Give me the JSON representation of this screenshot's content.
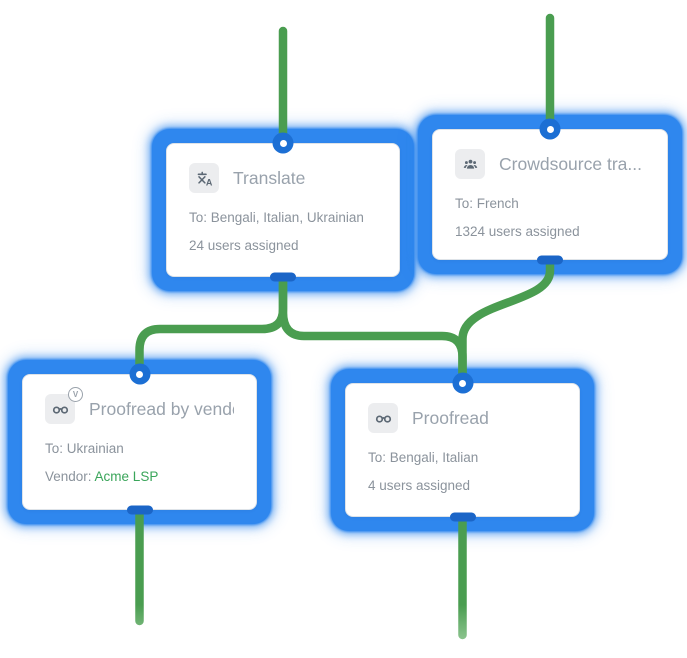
{
  "colors": {
    "connector_green": "#4a9d50",
    "connector_green_faded": "#8cc48f",
    "selection_blue": "#2f87ee",
    "port_ring_blue": "#1c6fd4",
    "port_bar_blue": "#1b65c7",
    "title_gray": "#99a2ac",
    "body_gray": "#8b939c",
    "vendor_link_green": "#3aa55a",
    "icon_tile_bg": "#ecedef",
    "icon_gray": "#5c6874"
  },
  "nodes": {
    "translate": {
      "icon": "translate-icon",
      "title": "Translate",
      "to": "To: Bengali, Italian, Ukrainian",
      "assigned": "24 users assigned"
    },
    "crowdsource": {
      "icon": "crowd-icon",
      "title": "Crowdsource tra...",
      "to": "To: French",
      "assigned": "1324 users assigned"
    },
    "vendor": {
      "icon": "glasses-vendor-icon",
      "badge": "V",
      "title": "Proofread by vendor",
      "to": "To: Ukrainian",
      "vendor_label": "Vendor: ",
      "vendor_name": "Acme LSP"
    },
    "proofread": {
      "icon": "glasses-icon",
      "title": "Proofread",
      "to": "To: Bengali, Italian",
      "assigned": "4 users assigned"
    }
  }
}
